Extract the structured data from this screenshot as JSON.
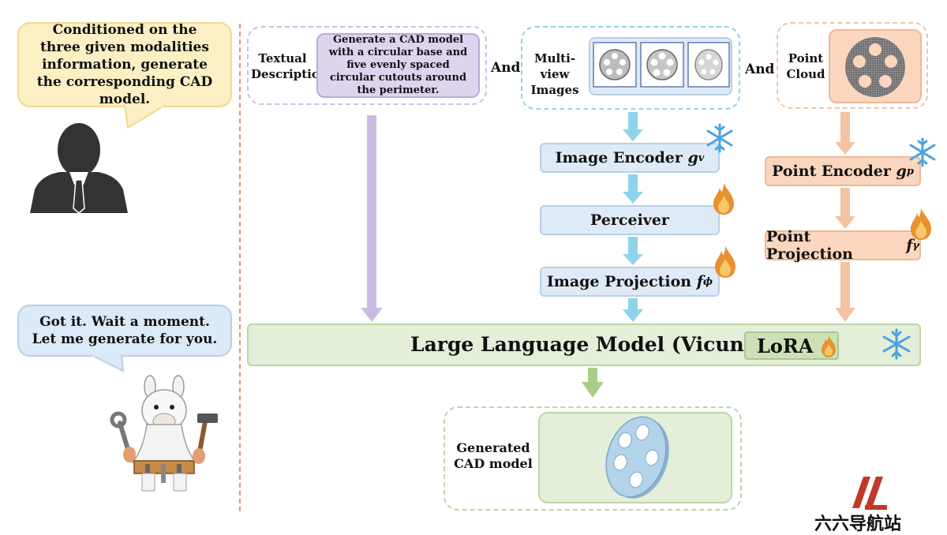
{
  "user_bubble": {
    "text": "Conditioned on the three given modalities information, generate the corresponding CAD model."
  },
  "bot_bubble": {
    "text": "Got it. Wait a moment. Let me generate for you."
  },
  "inputs": {
    "text": {
      "label": "Textual Description",
      "content": "Generate a CAD model with a circular base and five evenly spaced circular cutouts around the perimeter."
    },
    "and_1": "And",
    "images": {
      "label": "Multi-view Images"
    },
    "and_2": "And",
    "points": {
      "label": "Point Cloud"
    }
  },
  "stages": {
    "image_encoder": {
      "text": "Image Encoder",
      "symbol": "g",
      "subscript": "v"
    },
    "perceiver": {
      "text": "Perceiver"
    },
    "image_projection": {
      "text": "Image Projection",
      "symbol": "f",
      "subscript": "ϕ"
    },
    "point_encoder": {
      "text": "Point Encoder",
      "symbol": "g",
      "subscript": "p"
    },
    "point_projection": {
      "text": "Point Projection",
      "symbol": "f",
      "subscript": "γ"
    }
  },
  "llm": {
    "title": "Large Language Model (Vicuna)",
    "lora": "LoRA"
  },
  "output": {
    "label": "Generated CAD model"
  },
  "watermark": {
    "text": "六六导航站"
  },
  "colors": {
    "purple": "#ddd4ee",
    "blue": "#deebf7",
    "orange": "#fbd6bf",
    "green": "#e4efd9",
    "arrow_purple": "#cbbbe3",
    "arrow_blue": "#8fd3ea",
    "arrow_orange": "#f3c3a3",
    "arrow_green": "#a8cd8b"
  }
}
